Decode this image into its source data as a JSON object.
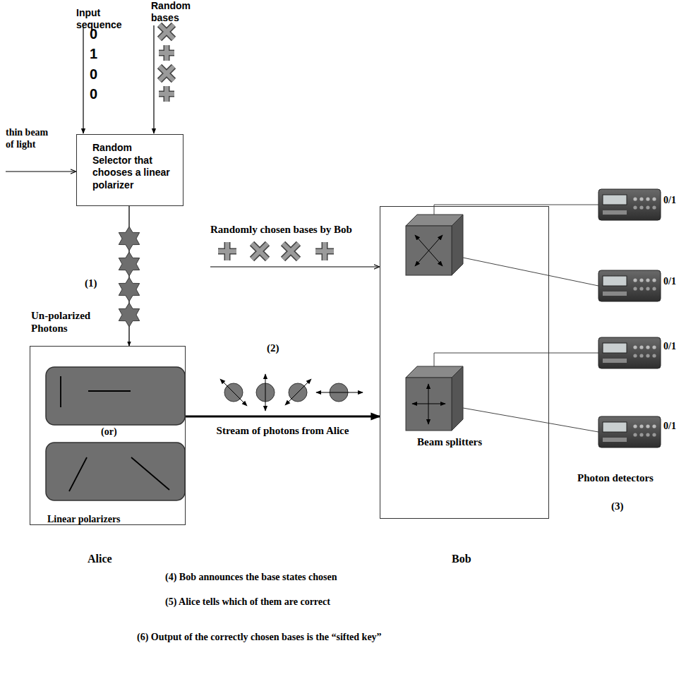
{
  "diagram": {
    "nodes": [
      {
        "text": [
          "Random Selector that chooses a linear polarizer"
        ]
      },
      {
        "text": [
          "(or)",
          "Linear polarizers"
        ]
      },
      {
        "text": [
          "Beam splitters"
        ]
      }
    ],
    "edges": [
      {
        "from": 0,
        "to": 1,
        "arrow": "to"
      },
      {
        "from": 1,
        "to": 2,
        "arrow": "to",
        "label": "Stream of photons from Alice"
      }
    ],
    "labels": [
      "Input sequence",
      "0",
      "1",
      "0",
      "0",
      "Random bases",
      "thin beam of light",
      "(1)",
      "Un-polarized Photons",
      "Randomly chosen bases by Bob",
      "(2)",
      "0/1",
      "0/1",
      "0/1",
      "0/1",
      "Photon detectors",
      "(3)",
      "Alice",
      "Bob",
      "(4) Bob announces the base states chosen",
      "(5) Alice tells which of them are correct",
      "(6) Output of the correctly chosen bases is the “sifted key”"
    ]
  }
}
